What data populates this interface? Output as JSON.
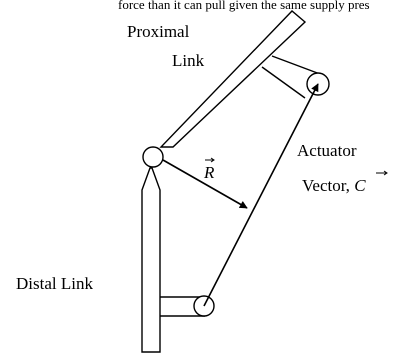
{
  "header_fragment": "force than it can pull given the same supply pres",
  "labels": {
    "proximal_line1": "Proximal",
    "proximal_line2": "Link",
    "actuator_line1": "Actuator",
    "actuator_line2_prefix": "Vector, ",
    "actuator_vector_symbol": "C",
    "r_vector_symbol": "R",
    "distal": "Distal Link"
  },
  "colors": {
    "stroke": "#000000",
    "fill": "#ffffff"
  }
}
